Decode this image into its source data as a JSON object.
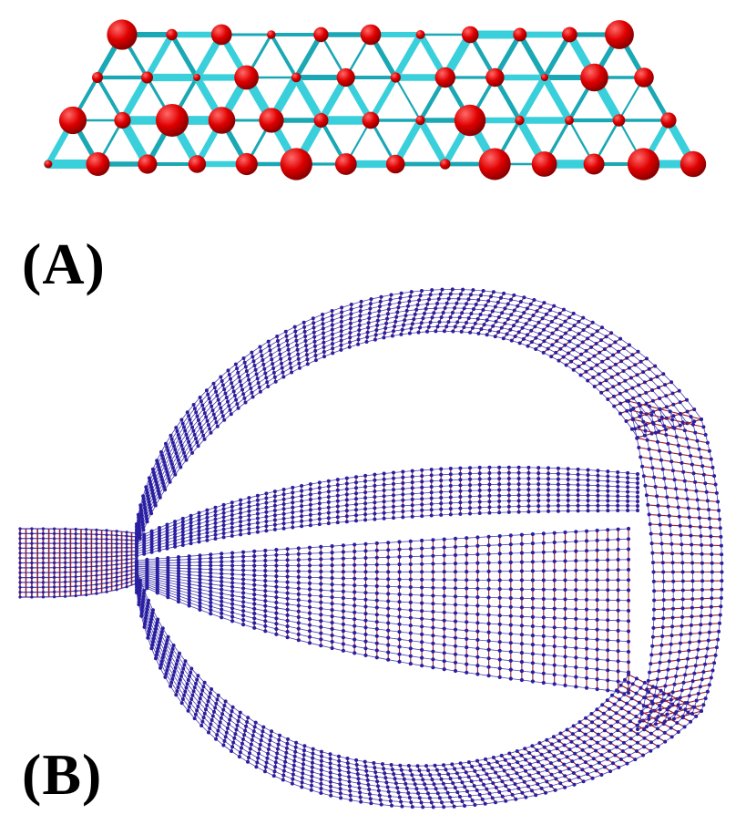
{
  "labels": {
    "a": "(A)",
    "b": "(B)"
  },
  "colors": {
    "atom": "#e00000",
    "atom_highlight": "#ff6a6a",
    "bond": "#39d0dc",
    "bond_dark": "#1aa8b5",
    "network_node": "#2a1fa0",
    "network_edge": "#9a2030"
  },
  "panel_a": {
    "description_name": "lattice-strip"
  },
  "panel_b": {
    "description_name": "graphene-network"
  }
}
